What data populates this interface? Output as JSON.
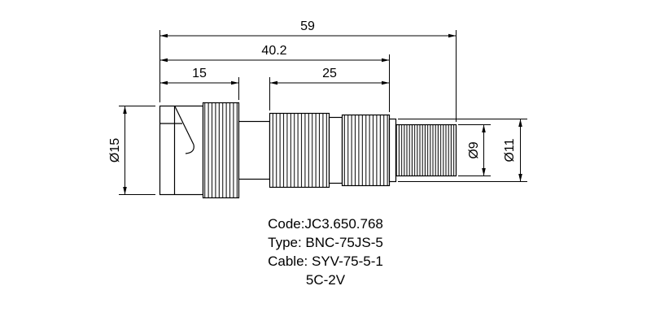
{
  "drawing": {
    "title_hint": "BNC connector technical drawing",
    "dims": {
      "total_length": "59",
      "body_length": "40.2",
      "front_length": "15",
      "mid_length": "25",
      "front_diameter": "Ø15",
      "spring_diameter": "Ø9",
      "tail_diameter": "Ø11"
    }
  },
  "info": {
    "code": "Code:JC3.650.768",
    "type": "Type: BNC-75JS-5",
    "cable": "Cable: SYV-75-5-1",
    "cable_alt": "5C-2V"
  },
  "colors": {
    "line": "#000000",
    "background": "#ffffff"
  }
}
